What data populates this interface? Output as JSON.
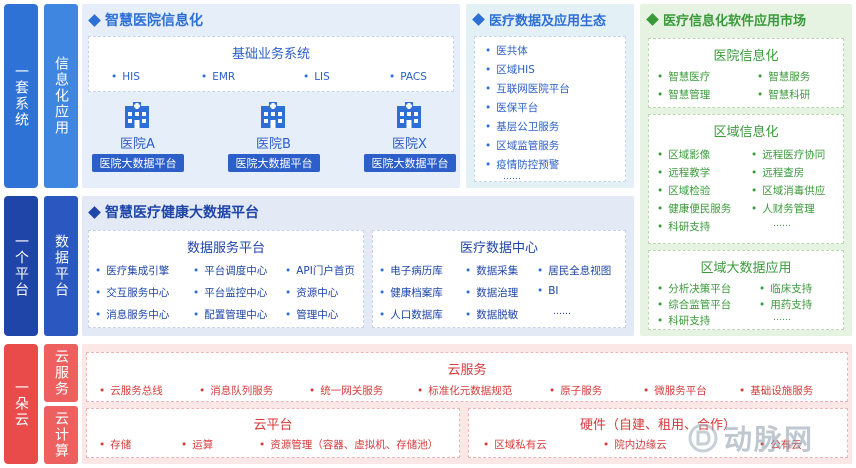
{
  "rows": [
    {
      "label": "一套系统",
      "color": "#2e72d6"
    },
    {
      "label": "一个平台",
      "color": "#1f45a8"
    },
    {
      "label": "一朵云",
      "color": "#e94a4a"
    }
  ],
  "sub_labels": {
    "info_app": "信息化应用",
    "data_platform": "数据平台",
    "cloud_service": "云服务",
    "cloud_compute": "云计算"
  },
  "smart_hospital": {
    "title": "智慧医院信息化",
    "basic_system": {
      "title": "基础业务系统",
      "items": [
        "HIS",
        "EMR",
        "LIS",
        "PACS"
      ]
    },
    "hospitals": [
      {
        "name": "医院A",
        "bar": "医院大数据平台"
      },
      {
        "name": "医院B",
        "bar": "医院大数据平台"
      },
      {
        "name": "医院X",
        "bar": "医院大数据平台"
      }
    ]
  },
  "ecosystem": {
    "title": "医疗数据及应用生态",
    "items": [
      "医共体",
      "区域HIS",
      "互联网医院平台",
      "医保平台",
      "基层公卫服务",
      "区域监管服务",
      "疫情防控预警"
    ],
    "more": "……"
  },
  "market": {
    "title": "医疗信息化软件应用市场",
    "hospital_info": {
      "title": "医院信息化",
      "items": [
        "智慧医疗",
        "智慧服务",
        "智慧管理",
        "智慧科研"
      ]
    },
    "regional_info": {
      "title": "区域信息化",
      "items": [
        "区域影像",
        "远程医疗协同",
        "远程教学",
        "远程查房",
        "区域检验",
        "区域消毒供应",
        "健康便民服务",
        "人财务管理",
        "科研支持"
      ],
      "more": "……"
    },
    "regional_bigdata": {
      "title": "区域大数据应用",
      "items": [
        "分析决策平台",
        "临床支持",
        "综合监管平台",
        "用药支持",
        "科研支持"
      ],
      "more": "……"
    }
  },
  "bigdata": {
    "title": "智慧医疗健康大数据平台",
    "service_platform": {
      "title": "数据服务平台",
      "items": [
        "医疗集成引擎",
        "平台调度中心",
        "API门户首页",
        "交互服务中心",
        "平台监控中心",
        "资源中心",
        "消息服务中心",
        "配置管理中心",
        "管理中心"
      ]
    },
    "data_center": {
      "title": "医疗数据中心",
      "items": [
        "电子病历库",
        "数据采集",
        "居民全息视图",
        "健康档案库",
        "数据治理",
        "BI",
        "人口数据库",
        "数据脱敏"
      ],
      "more": "……"
    }
  },
  "cloud_service": {
    "title": "云服务",
    "items": [
      "云服务总线",
      "消息队列服务",
      "统一网关服务",
      "标准化元数据规范",
      "原子服务",
      "微服务平台",
      "基础设施服务"
    ]
  },
  "cloud_platform": {
    "title": "云平台",
    "items": [
      "存储",
      "运算",
      "资源管理（容器、虚拟机、存储池）"
    ]
  },
  "hardware": {
    "title": "硬件（自建、租用、合作）",
    "items": [
      "区域私有云",
      "院内边缘云",
      "公有云"
    ]
  },
  "watermark": "动脉网",
  "colors": {
    "blue": "#2e72d6",
    "navy": "#1f45a8",
    "red": "#e94a4a",
    "green": "#3a9a3a"
  }
}
